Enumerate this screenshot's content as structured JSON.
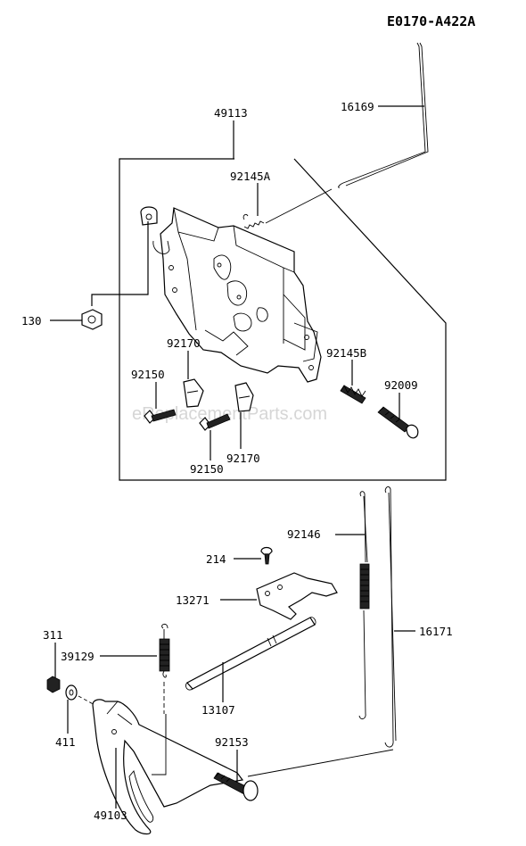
{
  "diagram_code": "E0170-A422A",
  "watermark": "eReplacementParts.com",
  "parts": {
    "p49113": "49113",
    "p16169": "16169",
    "p92145A": "92145A",
    "p130": "130",
    "p92170a": "92170",
    "p92150a": "92150",
    "p92145B": "92145B",
    "p92009": "92009",
    "p92170b": "92170",
    "p92150b": "92150",
    "p92146": "92146",
    "p214": "214",
    "p13271": "13271",
    "p16171": "16171",
    "p311": "311",
    "p39129": "39129",
    "p13107": "13107",
    "p411": "411",
    "p92153": "92153",
    "p49103": "49103"
  }
}
